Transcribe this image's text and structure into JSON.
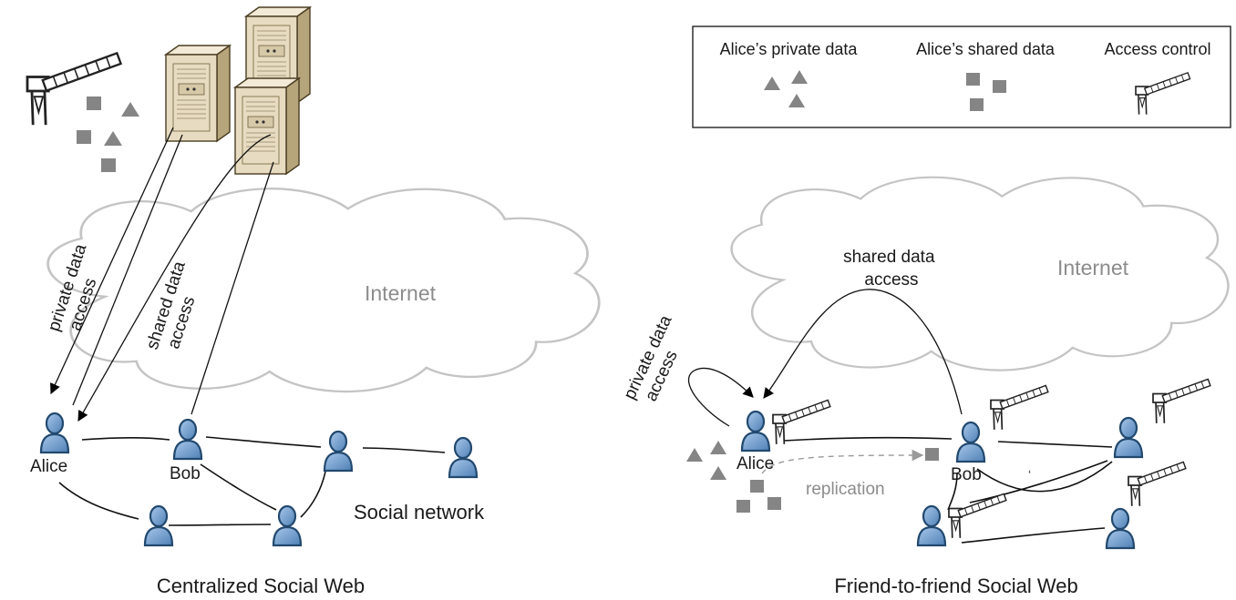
{
  "left": {
    "caption": "Centralized Social Web",
    "internet_label": "Internet",
    "private_access": [
      "private data",
      "access"
    ],
    "shared_access": [
      "shared data",
      "access"
    ],
    "alice_label": "Alice",
    "bob_label": "Bob",
    "network_label": "Social network"
  },
  "right": {
    "caption": "Friend-to-friend Social Web",
    "internet_label": "Internet",
    "shared_access": [
      "shared data",
      "access"
    ],
    "private_access": [
      "private data",
      "access"
    ],
    "alice_label": "Alice",
    "bob_label": "Bob",
    "replication_label": "replication",
    "stray_mark": "‘"
  },
  "legend": {
    "private": "Alice’s private data",
    "shared": "Alice’s shared data",
    "access": "Access control"
  },
  "colors": {
    "user_fill": "#6f9fd0",
    "user_stroke": "#22496f",
    "cloud_stroke": "#c4c4c4",
    "data_marker": "#858585",
    "server_body": "#e7dcc1",
    "server_side": "#b6a47b"
  }
}
